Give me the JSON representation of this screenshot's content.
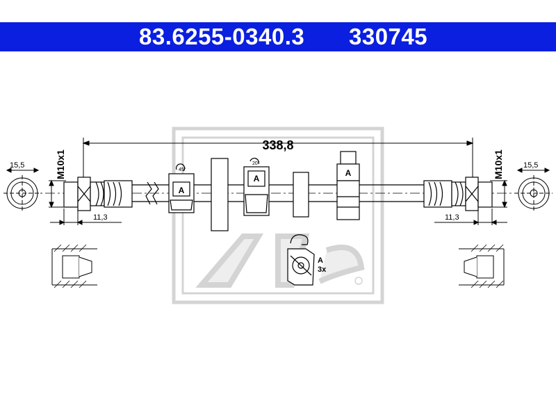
{
  "header": {
    "part_number": "83.6255-0340.3",
    "alt_number": "330745"
  },
  "dimensions": {
    "overall_length": "338,8",
    "thread_left": "M10x1",
    "thread_right": "M10x1",
    "hex_left": "15,5",
    "hex_right": "15,5",
    "fitting_len_left": "11,3",
    "fitting_len_right": "11,3"
  },
  "clips": {
    "clip1_angle": "45°",
    "clip1_label": "A",
    "clip2_angle": "20°",
    "clip2_label": "A",
    "clip3_label": "A",
    "detail_label": "A",
    "detail_qty": "3x"
  },
  "colors": {
    "banner": "#0a1fe0",
    "line": "#000000",
    "watermark": "#d4d4d4"
  }
}
